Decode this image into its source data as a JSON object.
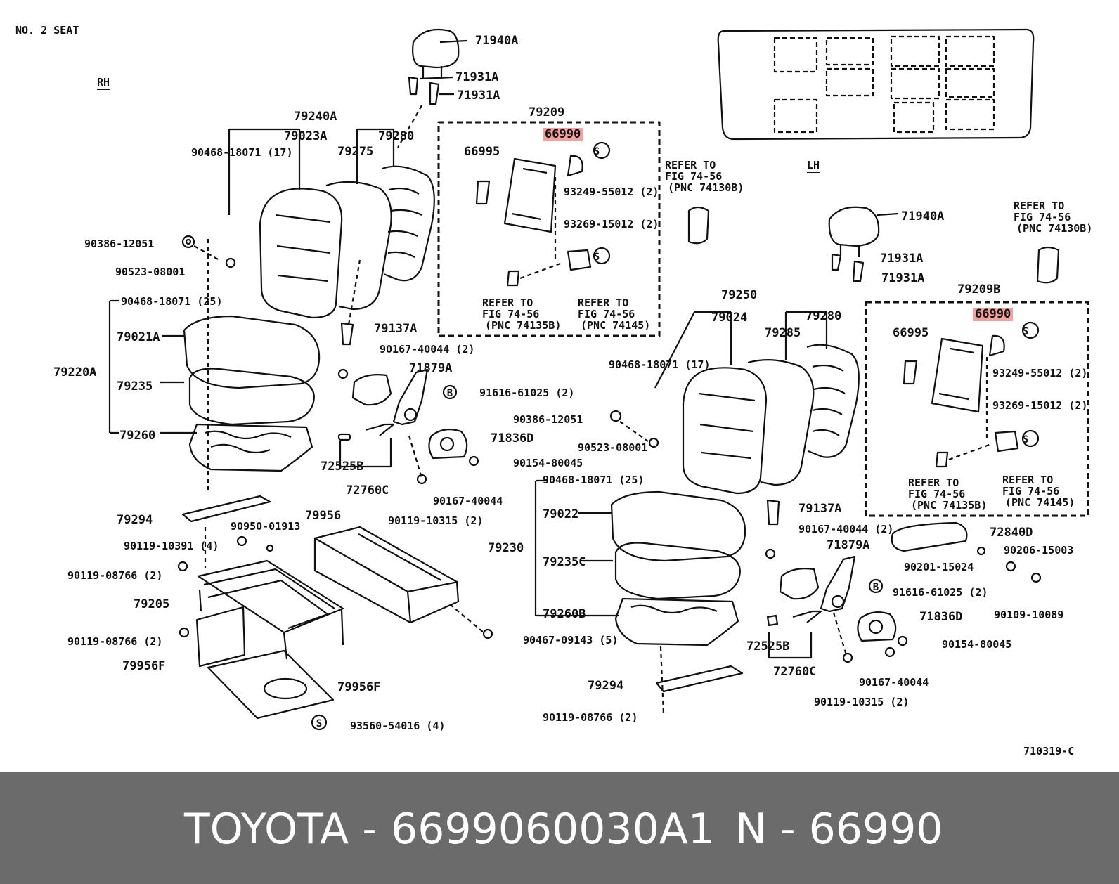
{
  "diagram": {
    "section_title": "NO. 2  SEAT",
    "side_right": "RH",
    "side_left": "LH",
    "illustration_id": "710319-C",
    "highlight_color": "#f2a0a0",
    "labels": [
      "71940A",
      "71931A",
      "71931A",
      "79240A",
      "79023A",
      "79280",
      "79275",
      "90468-18071 (17)",
      "90386-12051",
      "90523-08001",
      "90468-18071 (25)",
      "79021A",
      "79220A",
      "79235",
      "79260",
      "79137A",
      "90167-40044 (2)",
      "71879A",
      "91616-61025 (2)",
      "72525B",
      "72760C",
      "90386-12051",
      "71836D",
      "90154-80045",
      "90523-08001",
      "90167-40044",
      "90119-10315 (2)",
      "79294",
      "90950-01913",
      "79956",
      "90119-10391 (4)",
      "90119-08766 (2)",
      "79205",
      "90119-08766 (2)",
      "79956F",
      "79956F",
      "90467-09143 (5)",
      "93560-54016 (4)",
      "79209",
      "66990",
      "66995",
      "93249-55012 (2)",
      "93269-15012 (2)",
      "REFER TO",
      "FIG 74-56",
      "(PNC 74135B)",
      "REFER TO",
      "FIG 74-56",
      "(PNC 74145)",
      "REFER TO",
      "FIG 74-56",
      "(PNC 74130B)",
      "79250",
      "79024",
      "79280",
      "79285",
      "90468-18071 (17)",
      "71940A",
      "71931A",
      "71931A",
      "REFER TO",
      "FIG 74-56",
      "(PNC 74130B)",
      "79209B",
      "66990",
      "66995",
      "93249-55012 (2)",
      "93269-15012 (2)",
      "REFER TO",
      "FIG 74-56",
      "(PNC 74135B)",
      "REFER TO",
      "FIG 74-56",
      "(PNC 74145)",
      "90468-18071 (25)",
      "79022",
      "79230",
      "79235C",
      "79260B",
      "79137A",
      "90167-40044 (2)",
      "71879A",
      "91616-61025 (2)",
      "72840D",
      "90206-15003",
      "90201-15024",
      "90109-10089",
      "71836D",
      "72525B",
      "72760C",
      "90154-80045",
      "90167-40044",
      "90119-10315 (2)",
      "79294",
      "90119-08766 (2)"
    ]
  },
  "footer": {
    "brand": "TOYOTA - 6699060030A1",
    "pnc": "N - 66990"
  }
}
